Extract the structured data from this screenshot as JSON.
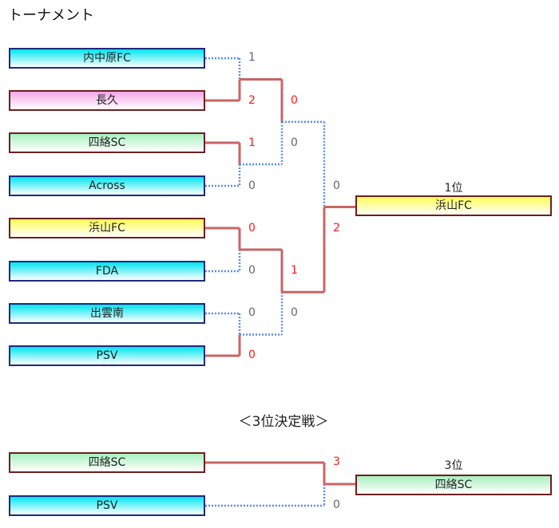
{
  "page_title": "トーナメント",
  "colors": {
    "winner_line": "#c96565",
    "loser_line": "#5b8cf0",
    "win_score": "#ff1a1a",
    "lose_score": "#666666"
  },
  "main_bracket": {
    "teams": [
      {
        "name": "内中原FC",
        "color": "blue"
      },
      {
        "name": "長久",
        "color": "pink"
      },
      {
        "name": "四絡SC",
        "color": "green"
      },
      {
        "name": "Across",
        "color": "blue"
      },
      {
        "name": "浜山FC",
        "color": "yellow"
      },
      {
        "name": "FDA",
        "color": "blue"
      },
      {
        "name": "出雲南",
        "color": "blue"
      },
      {
        "name": "PSV",
        "color": "blue"
      }
    ],
    "round1": [
      {
        "top_score": "1",
        "bottom_score": "2",
        "winner": "bottom"
      },
      {
        "top_score": "1",
        "bottom_score": "0",
        "winner": "top"
      },
      {
        "top_score": "0",
        "bottom_score": "0",
        "winner": "top"
      },
      {
        "top_score": "0",
        "bottom_score": "0",
        "winner": "bottom"
      }
    ],
    "round2": [
      {
        "top_score": "0",
        "bottom_score": "0",
        "winner": "top"
      },
      {
        "top_score": "1",
        "bottom_score": "0",
        "winner": "top"
      }
    ],
    "final": {
      "top_score": "0",
      "bottom_score": "2",
      "winner": "bottom"
    },
    "champion": {
      "rank_label": "1位",
      "name": "浜山FC",
      "color": "yellow"
    }
  },
  "third_place": {
    "title": "＜3位決定戦＞",
    "teams": [
      {
        "name": "四絡SC",
        "color": "green"
      },
      {
        "name": "PSV",
        "color": "blue"
      }
    ],
    "match": {
      "top_score": "3",
      "bottom_score": "0",
      "winner": "top"
    },
    "result": {
      "rank_label": "3位",
      "name": "四絡SC",
      "color": "green"
    }
  }
}
